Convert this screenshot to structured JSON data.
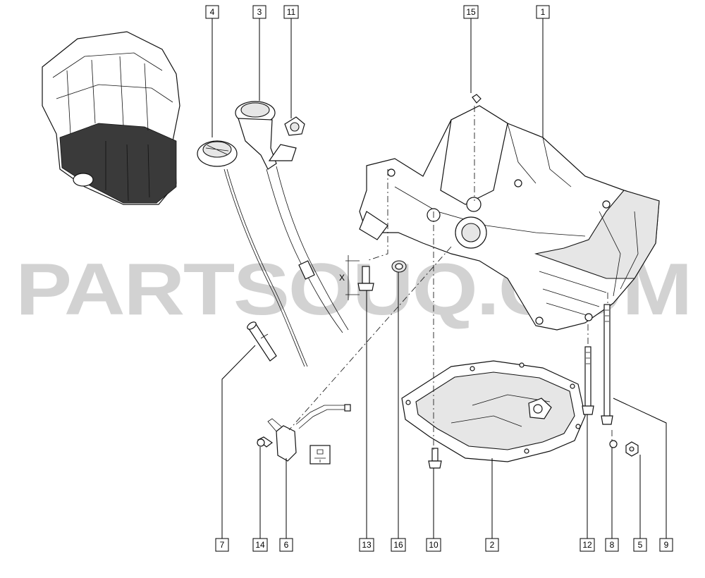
{
  "watermark": "PARTSOUQ.COM",
  "callouts": [
    {
      "id": "4",
      "label": "4"
    },
    {
      "id": "3",
      "label": "3"
    },
    {
      "id": "11",
      "label": "11"
    },
    {
      "id": "15",
      "label": "15"
    },
    {
      "id": "1",
      "label": "1"
    },
    {
      "id": "7",
      "label": "7"
    },
    {
      "id": "14",
      "label": "14"
    },
    {
      "id": "6",
      "label": "6"
    },
    {
      "id": "13",
      "label": "13"
    },
    {
      "id": "16",
      "label": "16"
    },
    {
      "id": "10",
      "label": "10"
    },
    {
      "id": "2",
      "label": "2"
    },
    {
      "id": "12",
      "label": "12"
    },
    {
      "id": "8",
      "label": "8"
    },
    {
      "id": "5",
      "label": "5"
    },
    {
      "id": "9",
      "label": "9"
    }
  ],
  "dimension_label": "X",
  "colors": {
    "watermark": "#d2d2d2",
    "line": "#111111",
    "background": "#ffffff"
  }
}
